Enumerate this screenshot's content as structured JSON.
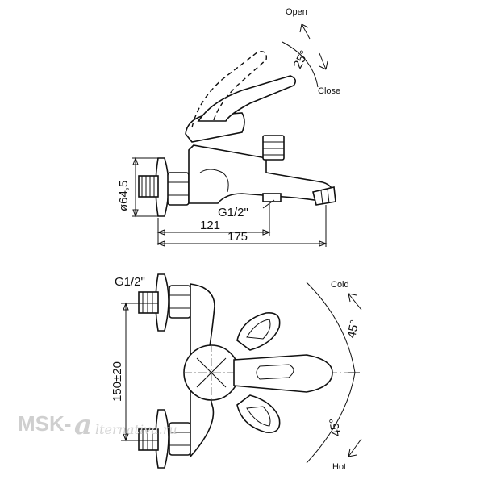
{
  "labels": {
    "open": "Open",
    "close": "Close",
    "angle_top": "25°",
    "diameter": "ø64,5",
    "thread_top": "G1/2\"",
    "dim_121": "121",
    "dim_175": "175",
    "thread_bottom": "G1/2\"",
    "cold": "Cold",
    "hot": "Hot",
    "angle_cold": "45°",
    "angle_hot": "45°",
    "dim_150": "150±20"
  },
  "watermark": {
    "brand": "MSK-",
    "at": "a",
    "rest": "lternativa.ru"
  }
}
